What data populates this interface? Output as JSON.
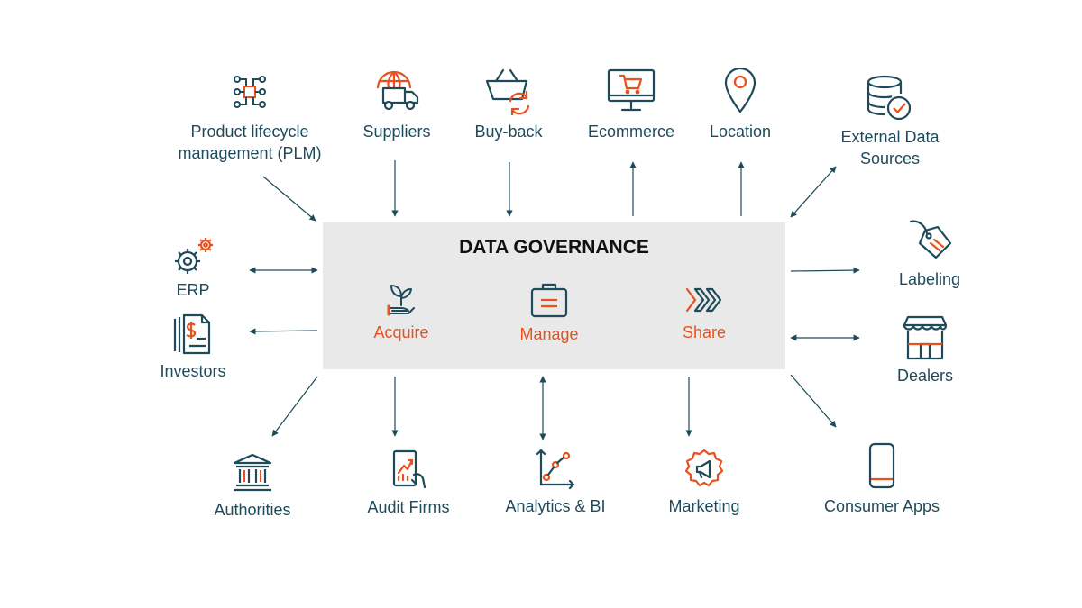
{
  "hub": {
    "title": "DATA GOVERNANCE",
    "stages": [
      "Acquire",
      "Manage",
      "Share"
    ]
  },
  "nodes": {
    "plm": "Product lifecycle\nmanagement (PLM)",
    "suppliers": "Suppliers",
    "buyback": "Buy-back",
    "ecommerce": "Ecommerce",
    "location": "Location",
    "external": "External Data\nSources",
    "erp": "ERP",
    "investors": "Investors",
    "labeling": "Labeling",
    "dealers": "Dealers",
    "authorities": "Authorities",
    "audit": "Audit Firms",
    "analytics": "Analytics & BI",
    "marketing": "Marketing",
    "consumer": "Consumer Apps"
  },
  "colors": {
    "teal": "#1f4a5a",
    "orange": "#e8511f",
    "hub_bg": "#e9e9e9"
  }
}
